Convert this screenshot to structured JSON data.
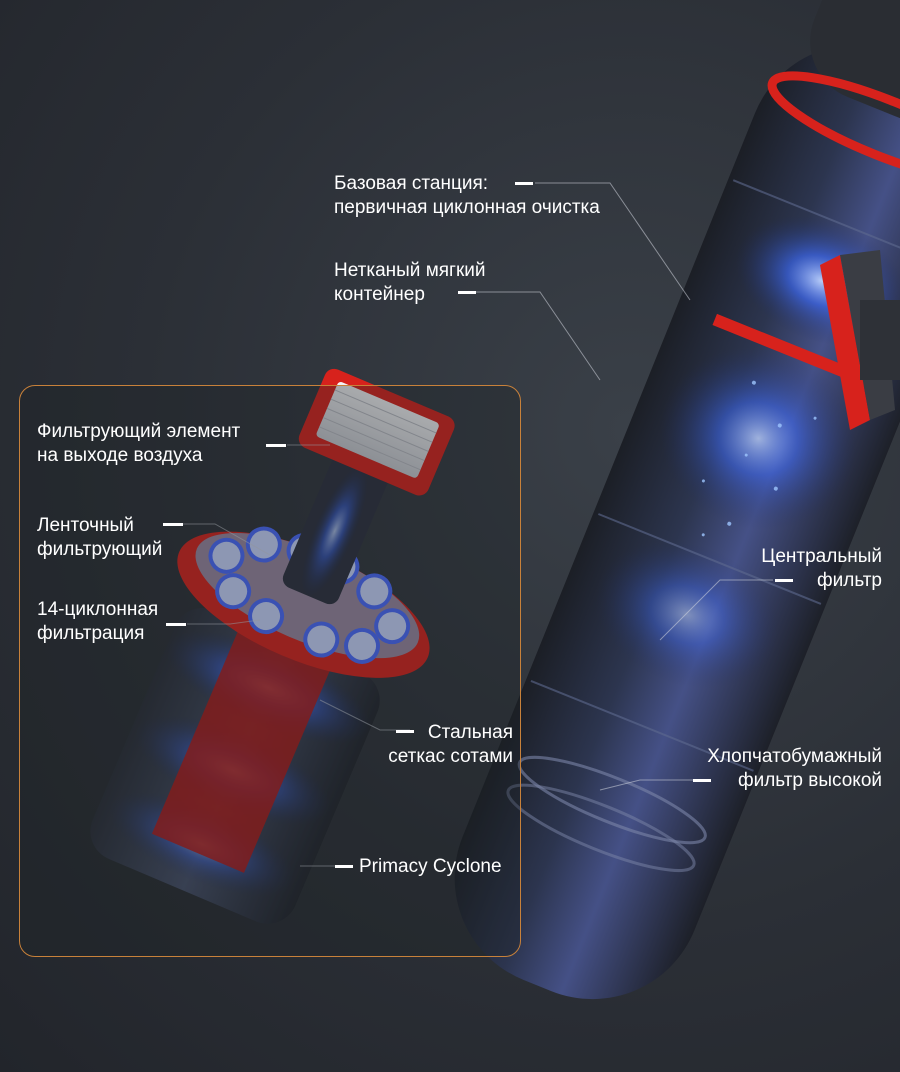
{
  "labels": {
    "base_station": [
      "Базовая станция:",
      "первичная циклонная очистка"
    ],
    "nonwoven_container": [
      "Нетканый мягкий",
      "контейнер"
    ],
    "exhaust_filter": [
      "Фильтрующий элемент",
      "на выходе воздуха"
    ],
    "ribbon_filter": [
      "Ленточный",
      "фильтрующий"
    ],
    "cyclone_14": [
      "14-циклонная",
      "фильтрация"
    ],
    "steel_mesh": [
      "Стальная",
      "сеткас сотами"
    ],
    "primacy_cyclone": [
      "Primacy Cyclone"
    ],
    "central_filter": [
      "Центральный",
      "фильтр"
    ],
    "cotton_filter": [
      "Хлопчатобумажный",
      "фильтр высокой"
    ]
  },
  "colors": {
    "accent_red": "#d7221c",
    "inset_border": "#c8813a",
    "glow_blue": "#3b6bff",
    "text": "#ffffff"
  }
}
